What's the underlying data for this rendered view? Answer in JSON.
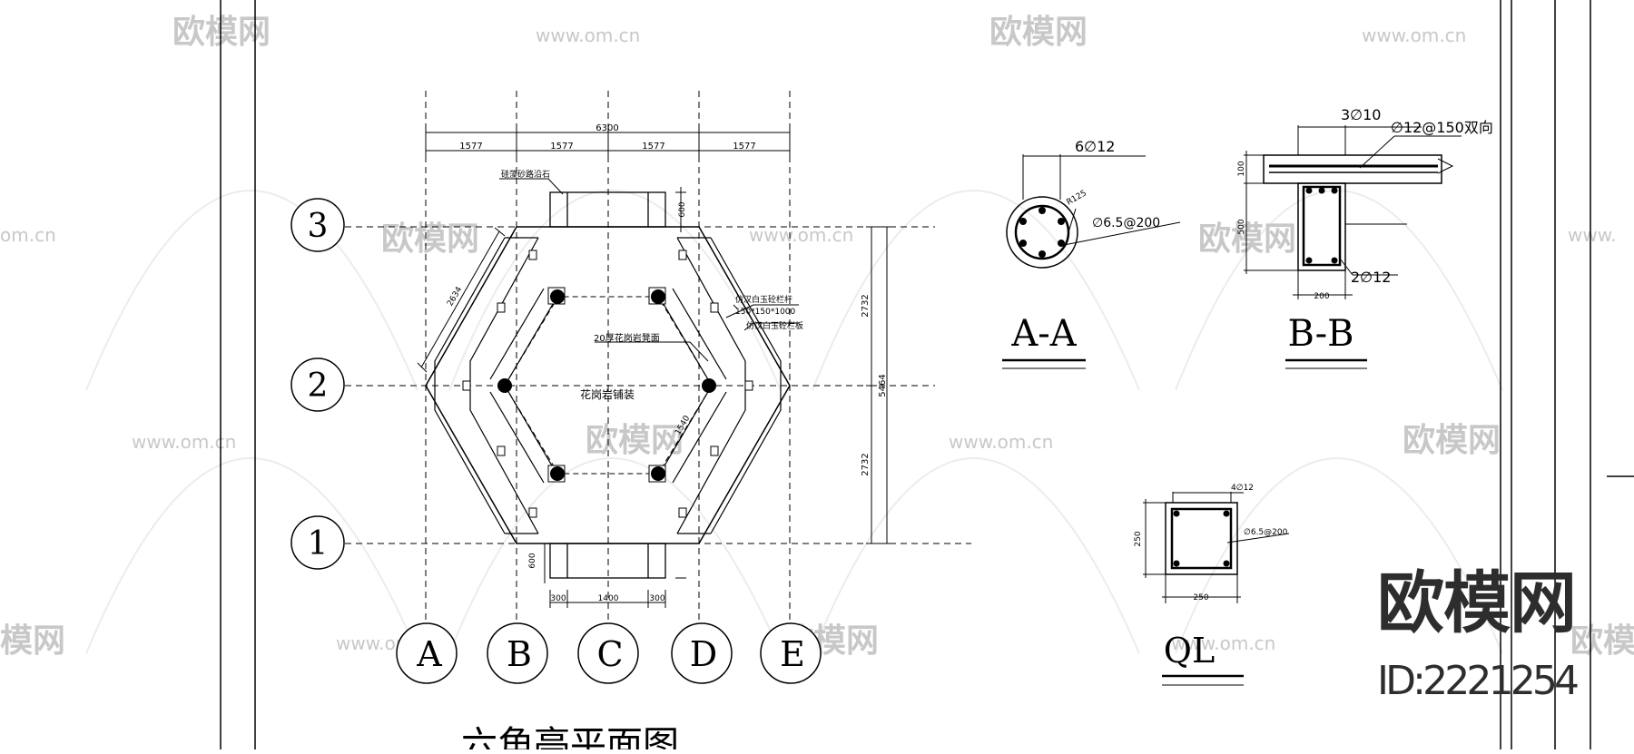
{
  "watermark": {
    "brand_text": "欧模网",
    "url_text": "www.om.cn",
    "url_fragment_left": "om.cn",
    "url_fragment_right": "www.",
    "brand_fragment_left": "模网"
  },
  "logo": {
    "brand_text": "欧模网",
    "id_text": "ID:2221254"
  },
  "plan": {
    "title": "六角亭平面图",
    "grid_rows": [
      "3",
      "2",
      "1"
    ],
    "grid_cols": [
      "A",
      "B",
      "C",
      "D",
      "E"
    ],
    "dim_total": "6300",
    "dim_spans": [
      "1577",
      "1577",
      "1577",
      "1577"
    ],
    "dim_right_top": "2732",
    "dim_right_bottom": "2732",
    "dim_right_total": "5464",
    "dim_step_top": "600",
    "dim_step_bottom": "600",
    "dim_bottom_left": "300",
    "dim_bottom_mid": "1400",
    "dim_bottom_right": "300",
    "dim_edge": "2634",
    "dim_inner": "1540",
    "label_step": "硅藻砂路沿石",
    "label_bench_top": "仿汉白玉砼栏杆",
    "label_bench_size": "150*150*1000",
    "label_bench_bottom": "仿汉白玉砼栏板",
    "label_granite_bench": "20厚花岗岩凳面",
    "label_paving": "花岗岩铺装"
  },
  "section_aa": {
    "title": "A-A",
    "rebar_main": "6∅12",
    "stirrup": "∅6.5@200",
    "radius": "R125"
  },
  "section_bb": {
    "title": "B-B",
    "rebar_top": "3∅10",
    "slab": "∅12@150双向",
    "rebar_bottom": "2∅12",
    "dim_slab": "100",
    "dim_height": "500",
    "dim_width": "200"
  },
  "section_ql": {
    "title": "QL",
    "rebar": "4∅12",
    "stirrup": "∅6.5@200",
    "dim_height": "250",
    "dim_width": "250"
  }
}
